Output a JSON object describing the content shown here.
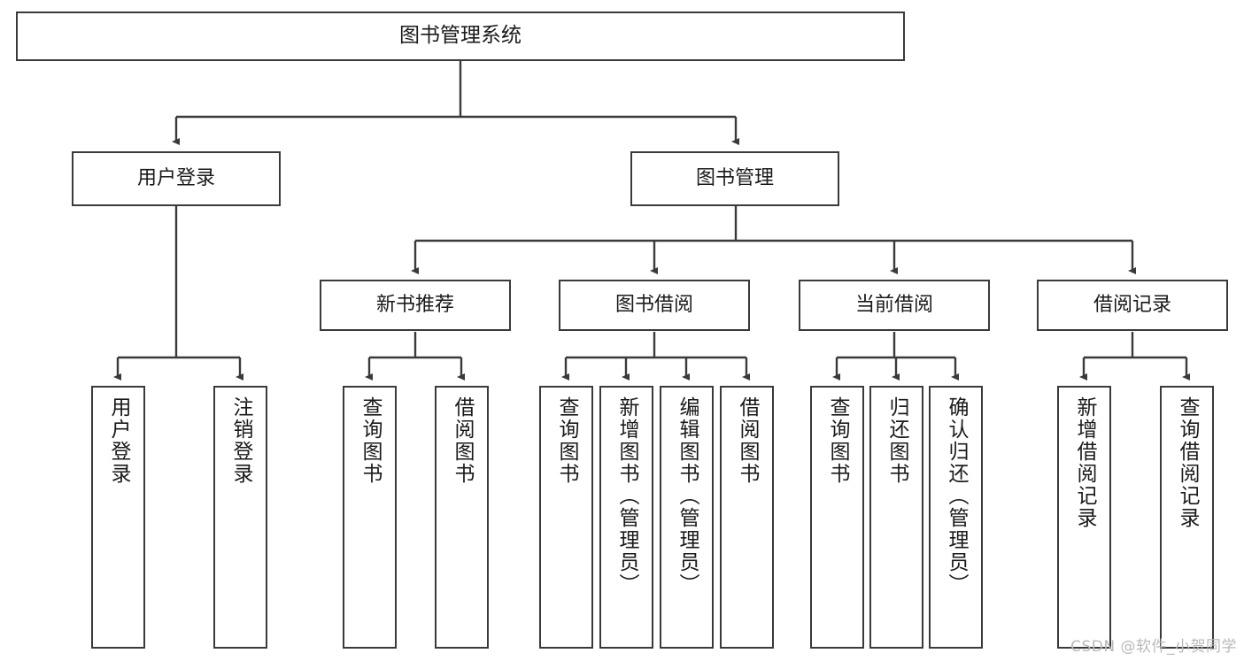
{
  "diagram": {
    "title": "图书管理系统",
    "type": "tree-hierarchy",
    "colors": {
      "stroke": "#3a3a3a",
      "fill": "#ffffff",
      "text": "#1a1a1a",
      "watermark": "#b9b9b9"
    },
    "levels": {
      "root": {
        "label": "图书管理系统"
      },
      "level2": [
        {
          "label": "用户登录"
        },
        {
          "label": "图书管理"
        }
      ],
      "level3": [
        {
          "label": "新书推荐"
        },
        {
          "label": "图书借阅"
        },
        {
          "label": "当前借阅"
        },
        {
          "label": "借阅记录"
        }
      ],
      "leaves": {
        "user_login": [
          {
            "label": "用户登录"
          },
          {
            "label": "注销登录"
          }
        ],
        "new_book_recommend": [
          {
            "label": "查询图书"
          },
          {
            "label": "借阅图书"
          }
        ],
        "book_borrow": [
          {
            "label": "查询图书"
          },
          {
            "label": "新增图书（管理员）"
          },
          {
            "label": "编辑图书（管理员）"
          },
          {
            "label": "借阅图书"
          }
        ],
        "current_borrow": [
          {
            "label": "查询图书"
          },
          {
            "label": "归还图书"
          },
          {
            "label": "确认归还（管理员）"
          }
        ],
        "borrow_record": [
          {
            "label": "新增借阅记录"
          },
          {
            "label": "查询借阅记录"
          }
        ]
      }
    }
  },
  "watermark": {
    "text": "CSDN @软件_小贺同学"
  }
}
